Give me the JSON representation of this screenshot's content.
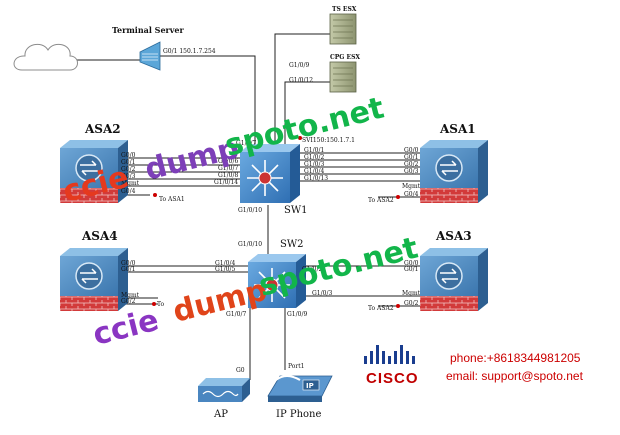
{
  "nodes": {
    "terminal_server": {
      "name": "Terminal Server",
      "port_label": "G0/1 150.1.7.254"
    },
    "ts_esx": {
      "name": "TS ESX"
    },
    "cpg_esx": {
      "name": "CPG ESX"
    },
    "asa1": {
      "name": "ASA1"
    },
    "asa2": {
      "name": "ASA2"
    },
    "asa3": {
      "name": "ASA3"
    },
    "asa4": {
      "name": "ASA4"
    },
    "sw1": {
      "name": "SW1",
      "svi": "SVI150:150.1.7.1"
    },
    "sw2": {
      "name": "SW2"
    },
    "ap": {
      "name": "AP"
    },
    "ip_phone": {
      "name": "IP Phone",
      "port": "Port1"
    }
  },
  "ports": {
    "sw1_g109": "G1/0/9",
    "sw1_g1012": "G1/0/12",
    "sw1_top_left": "G1/0/7",
    "sw1_left": [
      "G1/0/6",
      "G1/0/7",
      "G1/0/8",
      "G1/0/14"
    ],
    "sw1_right": [
      "G1/0/1",
      "G1/0/2",
      "G1/0/3",
      "G1/0/4",
      "G1/0/13"
    ],
    "sw1_bottom": "G1/0/10",
    "sw2_top": "G1/0/10",
    "sw2_left": [
      "G1/0/4",
      "G1/0/5"
    ],
    "sw2_right": [
      "G1/0/2",
      "G1/0/3"
    ],
    "sw2_ap": "G1/0/7",
    "sw2_phone": "G1/0/9",
    "asa2_ports": [
      "G0/0",
      "G0/1",
      "G0/2",
      "G0/3",
      "Mgmt",
      "G0/4"
    ],
    "asa1_ports": [
      "G0/0",
      "G0/1",
      "G0/2",
      "G0/3",
      "Mgmt",
      "G0/4"
    ],
    "asa4_ports": [
      "G0/0",
      "G0/1",
      "Mgmt",
      "G0/2"
    ],
    "asa3_ports": [
      "G0/0",
      "G0/1",
      "Mgmt",
      "G0/2"
    ],
    "ap_port": "G0"
  },
  "links": {
    "asa2_to_asa1": "To ASA1",
    "asa1_to_asa2": "To ASA2",
    "asa4_to": "To",
    "asa3_to_asa2": "To ASA2"
  },
  "watermarks": [
    "ccie",
    "dump",
    "ccie",
    "dump",
    "spoto.net",
    "spoto.net"
  ],
  "branding": {
    "logo_text": "CISCO"
  },
  "contact": {
    "phone": "phone:+8618344981205",
    "email": "email: support@spoto.net"
  },
  "colors": {
    "router_blue": "#3f7fb8",
    "switch_blue": "#3f7ec4",
    "firewall_brick": "#cc3333",
    "link_red": "#cc0000",
    "contact_red": "#cc0000",
    "watermark_green": "#12b54a"
  }
}
